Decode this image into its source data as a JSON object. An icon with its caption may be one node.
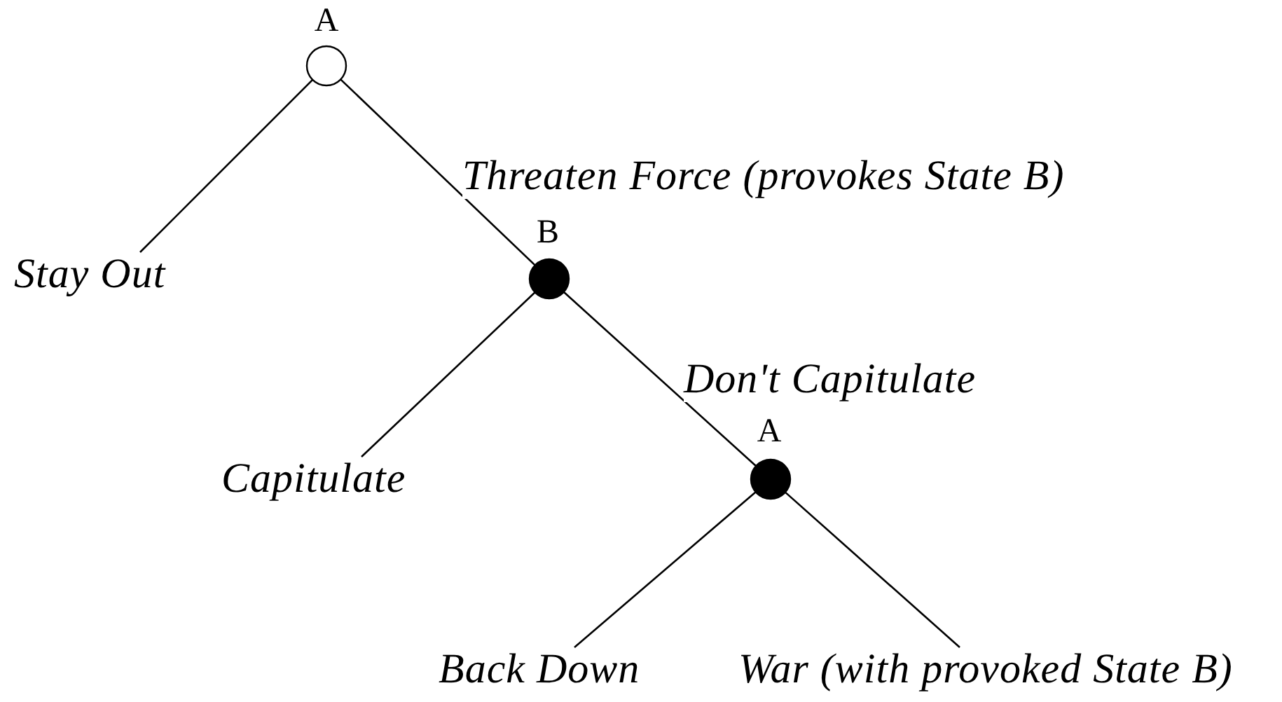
{
  "diagram": {
    "nodes": [
      {
        "text": [],
        "shape": "circle",
        "beside": [
          "A"
        ]
      },
      {
        "text": [
          "Stay Out"
        ]
      },
      {
        "text": [],
        "shape": "circle",
        "beside": [
          "B"
        ]
      },
      {
        "text": [
          "Capitulate"
        ]
      },
      {
        "text": [],
        "shape": "circle",
        "beside": [
          "A"
        ]
      },
      {
        "text": [
          "Back Down"
        ]
      },
      {
        "text": [
          "War (with provoked State B)"
        ]
      }
    ],
    "edges": [
      {
        "from": 0,
        "to": 1,
        "arrow": "none"
      },
      {
        "from": 0,
        "to": 2,
        "arrow": "none",
        "label": "Threaten Force (provokes State B)"
      },
      {
        "from": 2,
        "to": 3,
        "arrow": "none"
      },
      {
        "from": 2,
        "to": 4,
        "arrow": "none",
        "label": "Don't Capitulate"
      },
      {
        "from": 4,
        "to": 5,
        "arrow": "none"
      },
      {
        "from": 4,
        "to": 6,
        "arrow": "none"
      }
    ]
  }
}
